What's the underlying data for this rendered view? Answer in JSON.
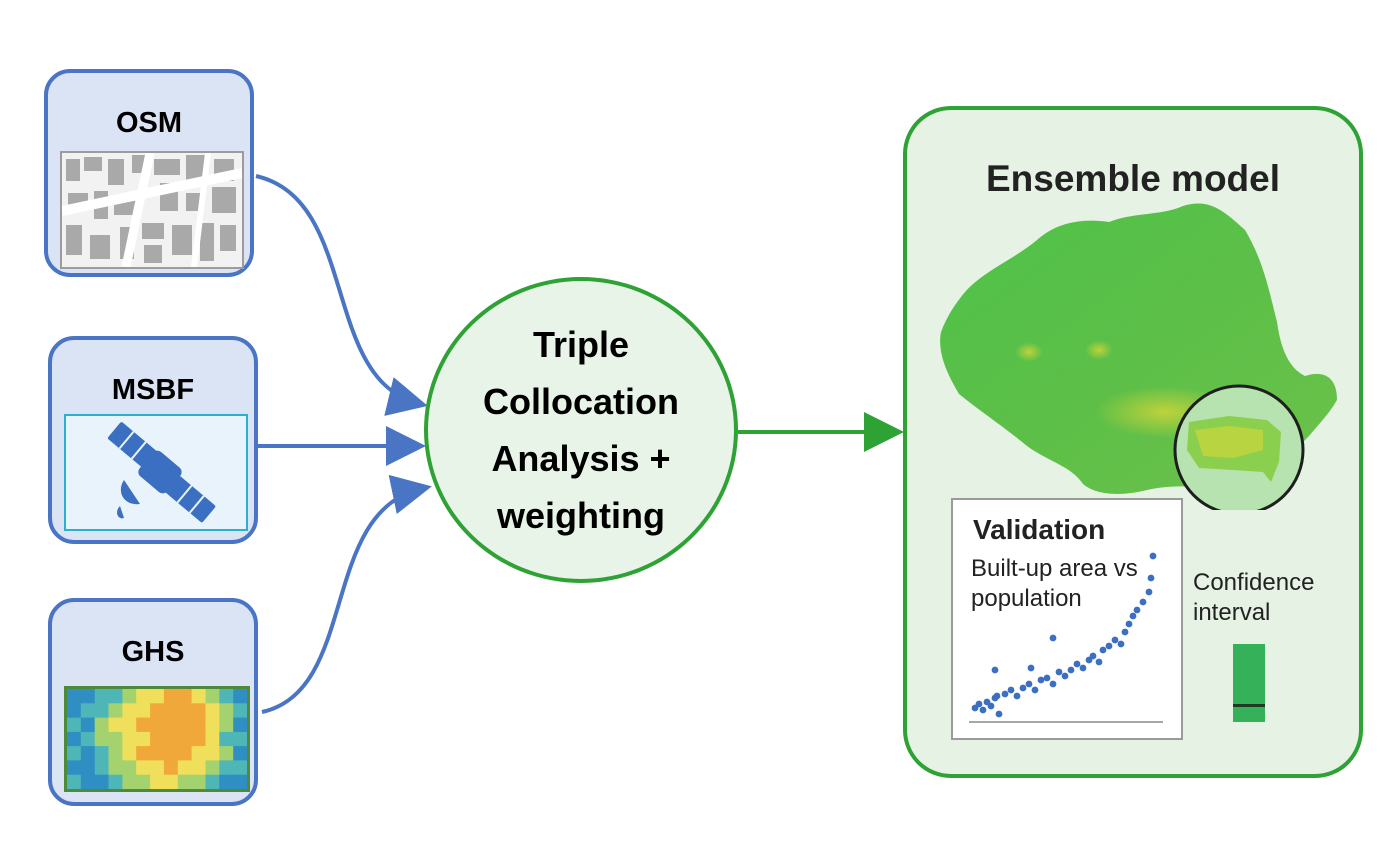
{
  "sources": [
    {
      "label": "OSM",
      "icon": "building-footprint-map-icon"
    },
    {
      "label": "MSBF",
      "icon": "satellite-icon"
    },
    {
      "label": "GHS",
      "icon": "heatmap-grid-icon"
    }
  ],
  "center": {
    "label": "Triple Collocation Analysis + weighting"
  },
  "output": {
    "title": "Ensemble model",
    "map_icon": "romania-map-icon",
    "validation": {
      "title": "Validation",
      "subtitle": "Built-up area vs population"
    },
    "confidence": {
      "label": "Confidence interval"
    }
  },
  "colors": {
    "source_border": "#4a75c4",
    "source_fill": "#dbe4f5",
    "output_border": "#2ea235",
    "output_fill": "#e5f2e4",
    "scatter_point": "#3a6fc2"
  }
}
